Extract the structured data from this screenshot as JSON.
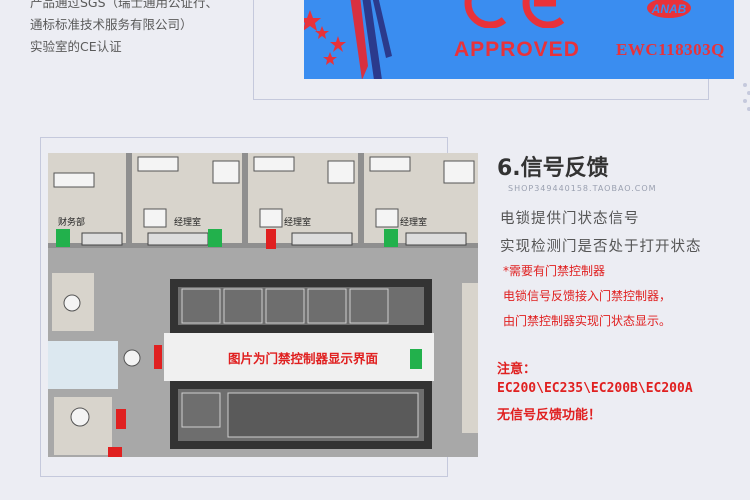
{
  "intro_lines": [
    "产品通过SGS（瑞士通用公证行、",
    "通标标准技术服务有限公司）",
    "实验室的CE认证"
  ],
  "certificate": {
    "approved_text": "APPROVED",
    "code_text": "EWC118303Q",
    "logo_text": "ANAB"
  },
  "plan": {
    "rooms": [
      "财务部",
      "经理室",
      "经理室",
      "经理室"
    ],
    "panel_label": "图片为门禁控制器显示界面"
  },
  "section": {
    "title": "6.信号反馈",
    "shop": "SHOP349440158.TAOBAO.COM",
    "desc_lines": [
      "电锁提供门状态信号",
      "实现检测门是否处于打开状态"
    ],
    "notes": [
      "*需要有门禁控制器",
      "电锁信号反馈接入门禁控制器，",
      "由门禁控制器实现门状态显示。"
    ],
    "attention_label": "注意：",
    "models": "EC200\\EC235\\EC200B\\EC200A",
    "no_feedback": "无信号反馈功能！"
  },
  "colors": {
    "cert_bg": "#3a8df0",
    "accent_red": "#e02020",
    "door_green": "#22b14c"
  }
}
